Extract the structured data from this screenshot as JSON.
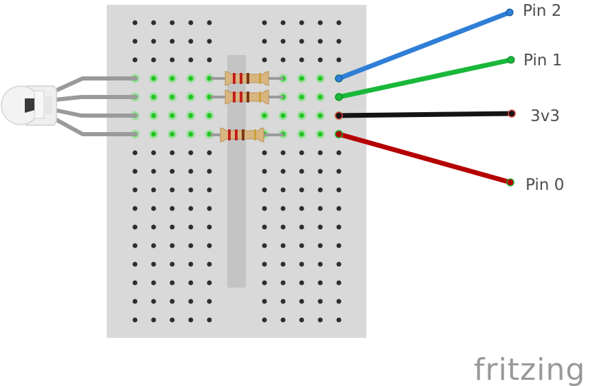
{
  "diagram": {
    "labels": {
      "pin2": "Pin 2",
      "pin1": "Pin 1",
      "v33": "3v3",
      "pin0": "Pin 0"
    },
    "brand": "fritzing",
    "colors": {
      "breadboard": "#d9d9d9",
      "channel": "#c4c4c4",
      "hole": "#2e2e2e",
      "hole_active": "#22c422",
      "wire_blue": "#2f7fd6",
      "wire_green": "#19b83a",
      "wire_black": "#141414",
      "wire_red": "#b40000",
      "led_leg": "#9a9a9a",
      "resistor_body": "#d9b580",
      "band_red": "#c41e1e",
      "band_brown": "#7a3a12"
    },
    "components": {
      "led": "rgb-led-icon",
      "resistors": [
        "resistor-icon",
        "resistor-icon",
        "resistor-icon"
      ],
      "wires": [
        "blue-wire",
        "green-wire",
        "black-wire",
        "red-wire"
      ]
    }
  }
}
